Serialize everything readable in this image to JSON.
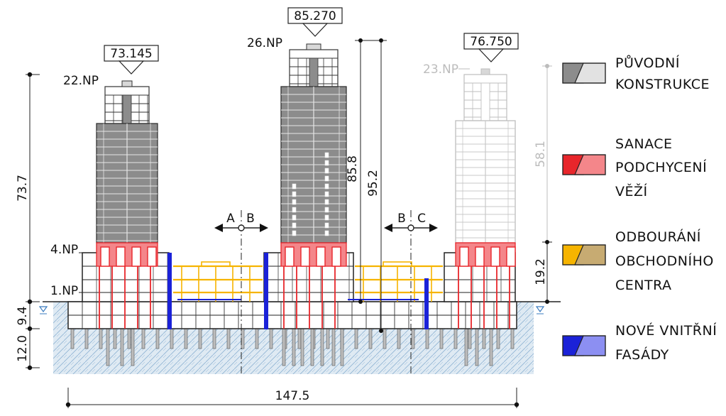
{
  "elevations": {
    "left": "73.145",
    "center": "85.270",
    "right": "76.750"
  },
  "floors": {
    "left_top": "22.NP",
    "center_top": "26.NP",
    "right_top": "23.NP",
    "level4": "4.NP",
    "level1": "1.NP"
  },
  "dimensions": {
    "left_height": "73.7",
    "left_basement": "9.4",
    "left_foundation": "12.0",
    "center_inner": "85.8",
    "center_outer": "95.2",
    "right_tower": "58.1",
    "right_podium": "19.2",
    "total_width": "147.5"
  },
  "sections": {
    "ab_left": "A",
    "ab_right": "B",
    "bc_left": "B",
    "bc_right": "C"
  },
  "legend": [
    {
      "line1": "PŮVODNÍ",
      "line2": "KONSTRUKCE",
      "line3": "",
      "color_dark": "#8c8c8c",
      "color_light": "#e2e2e2"
    },
    {
      "line1": "SANACE",
      "line2": "PODCHYCENÍ",
      "line3": "VĚŽÍ",
      "color_dark": "#e8262b",
      "color_light": "#f4868a"
    },
    {
      "line1": "ODBOURÁNÍ",
      "line2": "OBCHODNÍHO",
      "line3": "CENTRA",
      "color_dark": "#f6b400",
      "color_light": "#c7ab72"
    },
    {
      "line1": "NOVÉ VNITŘNÍ",
      "line2": "FASÁDY",
      "line3": "",
      "color_dark": "#1b22d8",
      "color_light": "#8c8ff2"
    }
  ]
}
